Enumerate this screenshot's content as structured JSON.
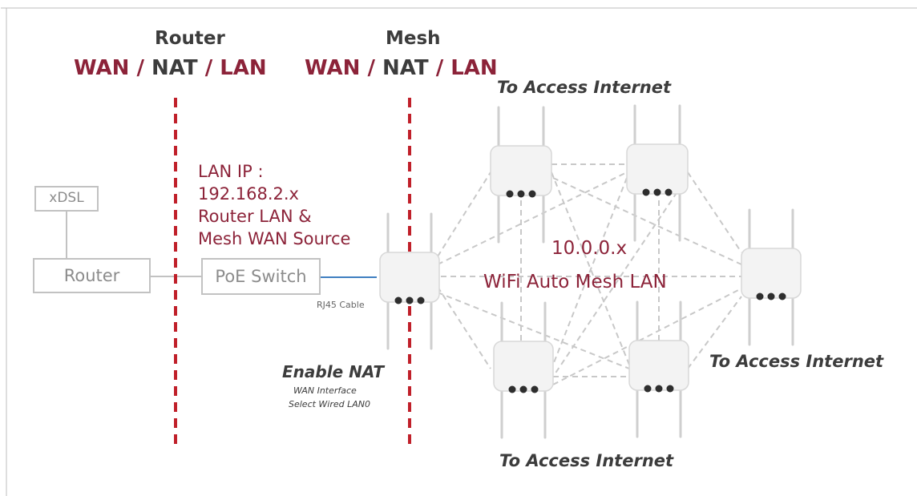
{
  "router_zone": {
    "title": "Router",
    "wan": "WAN /",
    "nat": "NAT",
    "lan": "/ LAN"
  },
  "mesh_zone": {
    "title": "Mesh",
    "wan": "WAN /",
    "nat": "NAT",
    "lan": "/ LAN"
  },
  "devices": {
    "xdsl": "xDSL",
    "router": "Router",
    "poe_switch": "PoE Switch"
  },
  "lan_info": {
    "line1": "LAN IP :",
    "line2": "192.168.2.x",
    "line3": "Router LAN &",
    "line4": "Mesh WAN Source"
  },
  "cable_label": "RJ45 Cable",
  "enable_nat": {
    "title": "Enable NAT",
    "line1": "WAN Interface",
    "line2": "Select Wired LAN0"
  },
  "mesh_info": {
    "subnet": "10.0.0.x",
    "label": "WiFi Auto Mesh LAN"
  },
  "internet": {
    "top": "To Access Internet",
    "right": "To Access Internet",
    "bottom": "To Access Internet"
  },
  "colors": {
    "accent": "#8c2339",
    "text": "#3c3c3c",
    "cable": "#3f7fc0",
    "mesh_line": "#c8c8c8",
    "box_border": "#bdbdbd"
  }
}
